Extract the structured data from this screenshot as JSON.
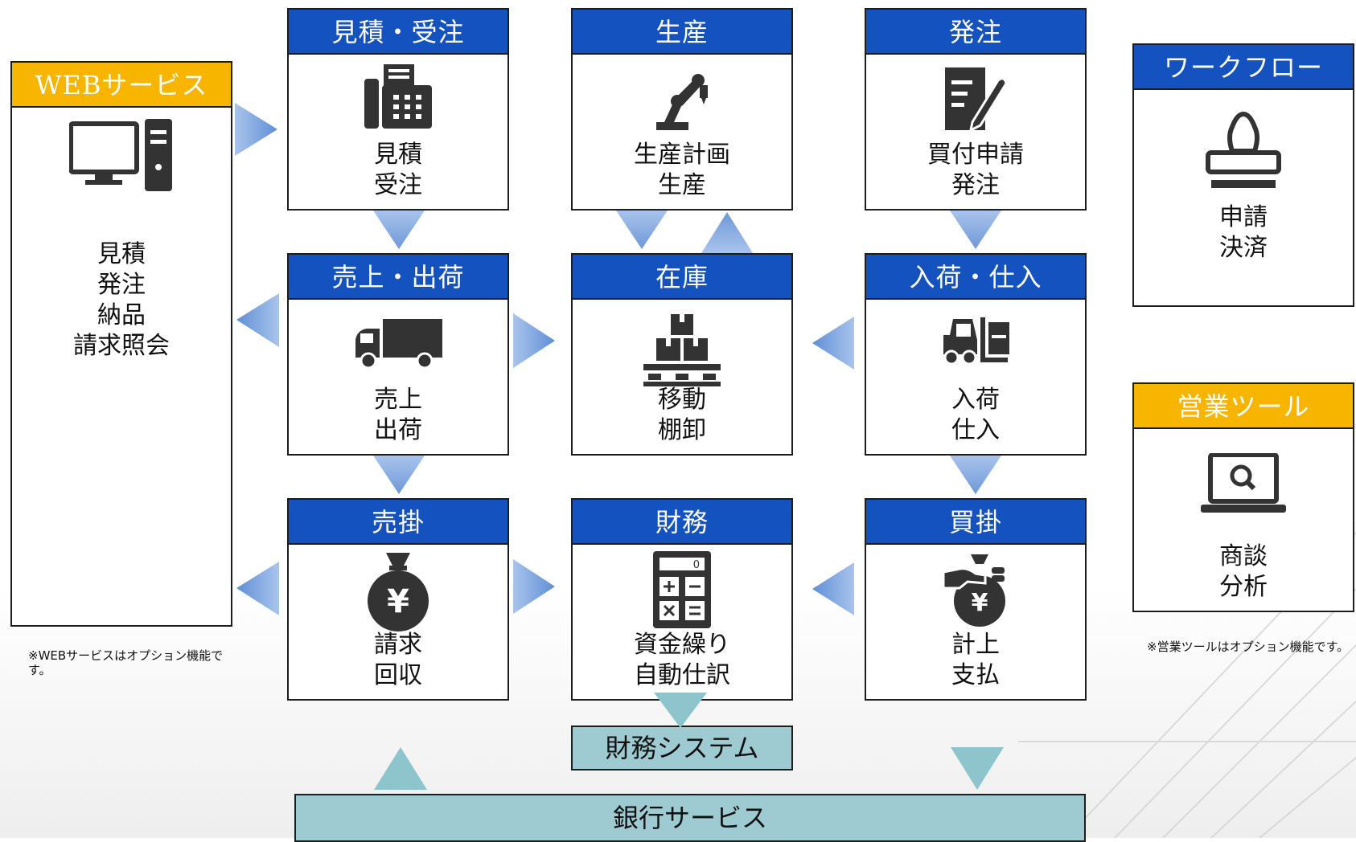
{
  "web_service": {
    "title": "WEBサービス",
    "lines": [
      "見積",
      "発注",
      "納品",
      "請求照会"
    ],
    "note": "※WEBサービスはオプション機能です。"
  },
  "modules": {
    "mitsumori": {
      "title": "見積・受注",
      "lines": [
        "見積",
        "受注"
      ]
    },
    "seisan": {
      "title": "生産",
      "lines": [
        "生産計画",
        "生産"
      ]
    },
    "hatchu": {
      "title": "発注",
      "lines": [
        "買付申請",
        "発注"
      ]
    },
    "uriage": {
      "title": "売上・出荷",
      "lines": [
        "売上",
        "出荷"
      ]
    },
    "zaiko": {
      "title": "在庫",
      "lines": [
        "移動",
        "棚卸"
      ]
    },
    "nyuka": {
      "title": "入荷・仕入",
      "lines": [
        "入荷",
        "仕入"
      ]
    },
    "urikake": {
      "title": "売掛",
      "lines": [
        "請求",
        "回収"
      ]
    },
    "zaimu": {
      "title": "財務",
      "lines": [
        "資金繰り",
        "自動仕訳"
      ]
    },
    "kaikake": {
      "title": "買掛",
      "lines": [
        "計上",
        "支払"
      ]
    }
  },
  "workflow": {
    "title": "ワークフロー",
    "lines": [
      "申請",
      "決済"
    ]
  },
  "eigyo": {
    "title": "営業ツール",
    "lines": [
      "商談",
      "分析"
    ],
    "note": "※営業ツールはオプション機能です。"
  },
  "finance_system": {
    "label": "財務システム"
  },
  "bank_service": {
    "label": "銀行サービス"
  },
  "colors": {
    "header_blue": "#1452bf",
    "header_yellow": "#f7b500",
    "teal": "#9ecbd2",
    "arrow_blue": "#7aa0dc"
  }
}
